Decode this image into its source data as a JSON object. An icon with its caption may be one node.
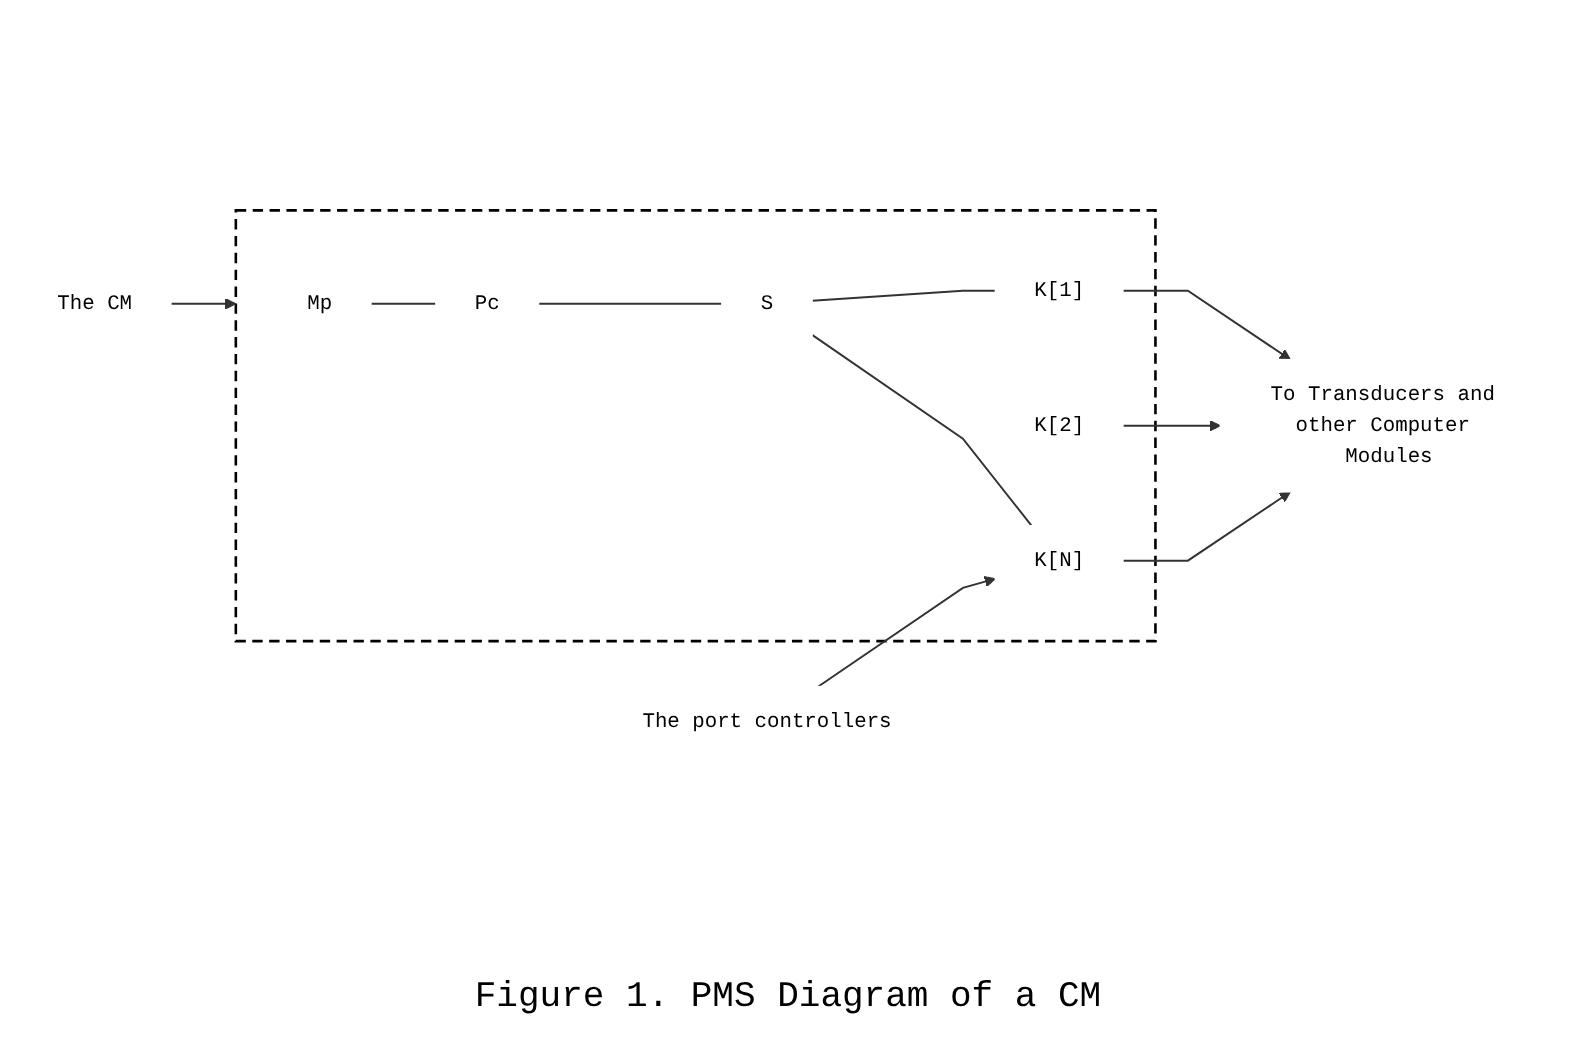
{
  "diagram": {
    "caption": "Figure 1. PMS Diagram of a CM",
    "nodes": [
      {
        "text": [],
        "shape": "box"
      },
      {
        "text": [
          "Mp"
        ],
        "in": 0
      },
      {
        "text": [
          "Pc"
        ],
        "in": 0
      },
      {
        "text": [
          "S"
        ],
        "in": 0
      },
      {
        "text": [
          "K[1]"
        ],
        "in": 0
      },
      {
        "text": [
          "K[2]"
        ],
        "in": 0
      },
      {
        "text": [
          "K[N]"
        ],
        "in": 0
      },
      {
        "text": [
          "To Transducers and other Computer Modules"
        ]
      },
      {
        "text": [
          "The CM"
        ]
      },
      {
        "text": [
          "The port controllers"
        ]
      }
    ],
    "edges": [
      {
        "from": 1,
        "to": 2,
        "arrow": "none"
      },
      {
        "from": 2,
        "to": 3,
        "arrow": "none"
      },
      {
        "from": 3,
        "to": 4,
        "arrow": "none"
      },
      {
        "from": 3,
        "to": 6,
        "arrow": "none"
      },
      {
        "from": 4,
        "to": 7,
        "arrow": "to"
      },
      {
        "from": 5,
        "to": 7,
        "arrow": "to"
      },
      {
        "from": 6,
        "to": 7,
        "arrow": "to"
      },
      {
        "from": 8,
        "to": 0,
        "arrow": "to"
      },
      {
        "from": 9,
        "to": 6,
        "arrow": "to"
      }
    ]
  }
}
